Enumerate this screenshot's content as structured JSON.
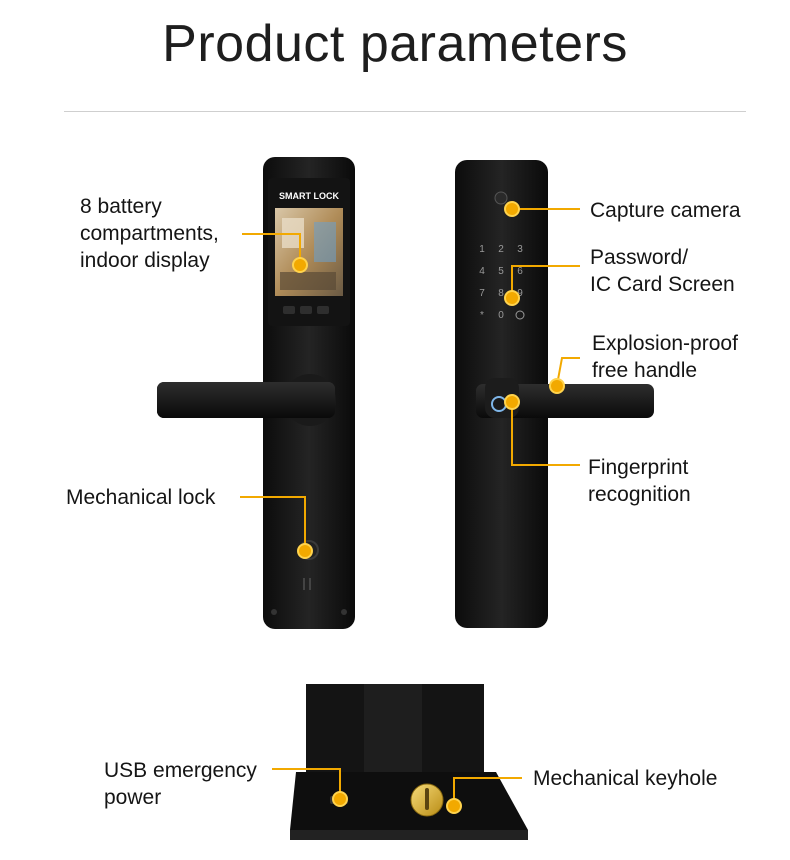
{
  "page": {
    "title": "Product parameters",
    "accent_color": "#f2a900"
  },
  "lock_front": {
    "screen_text": "SMART LOCK",
    "keypad_keys": [
      "1",
      "2",
      "3",
      "4",
      "5",
      "6",
      "7",
      "8",
      "9",
      "*",
      "0",
      "fingerprint"
    ]
  },
  "callouts": {
    "battery_display": [
      "8 battery",
      "compartments,",
      "indoor display"
    ],
    "mechanical_lock": [
      "Mechanical lock"
    ],
    "capture_camera": [
      "Capture camera"
    ],
    "password_screen": [
      "Password/",
      "IC Card Screen"
    ],
    "handle": [
      "Explosion-proof",
      "free handle"
    ],
    "fingerprint": [
      "Fingerprint",
      "recognition"
    ],
    "usb": [
      "USB emergency",
      "power"
    ],
    "keyhole": [
      "Mechanical keyhole"
    ]
  },
  "icons": {
    "lock_inner": "smart-lock-inner-panel-icon",
    "lock_outer": "smart-lock-outer-panel-icon",
    "lock_bottom": "smart-lock-bottom-view-icon"
  }
}
